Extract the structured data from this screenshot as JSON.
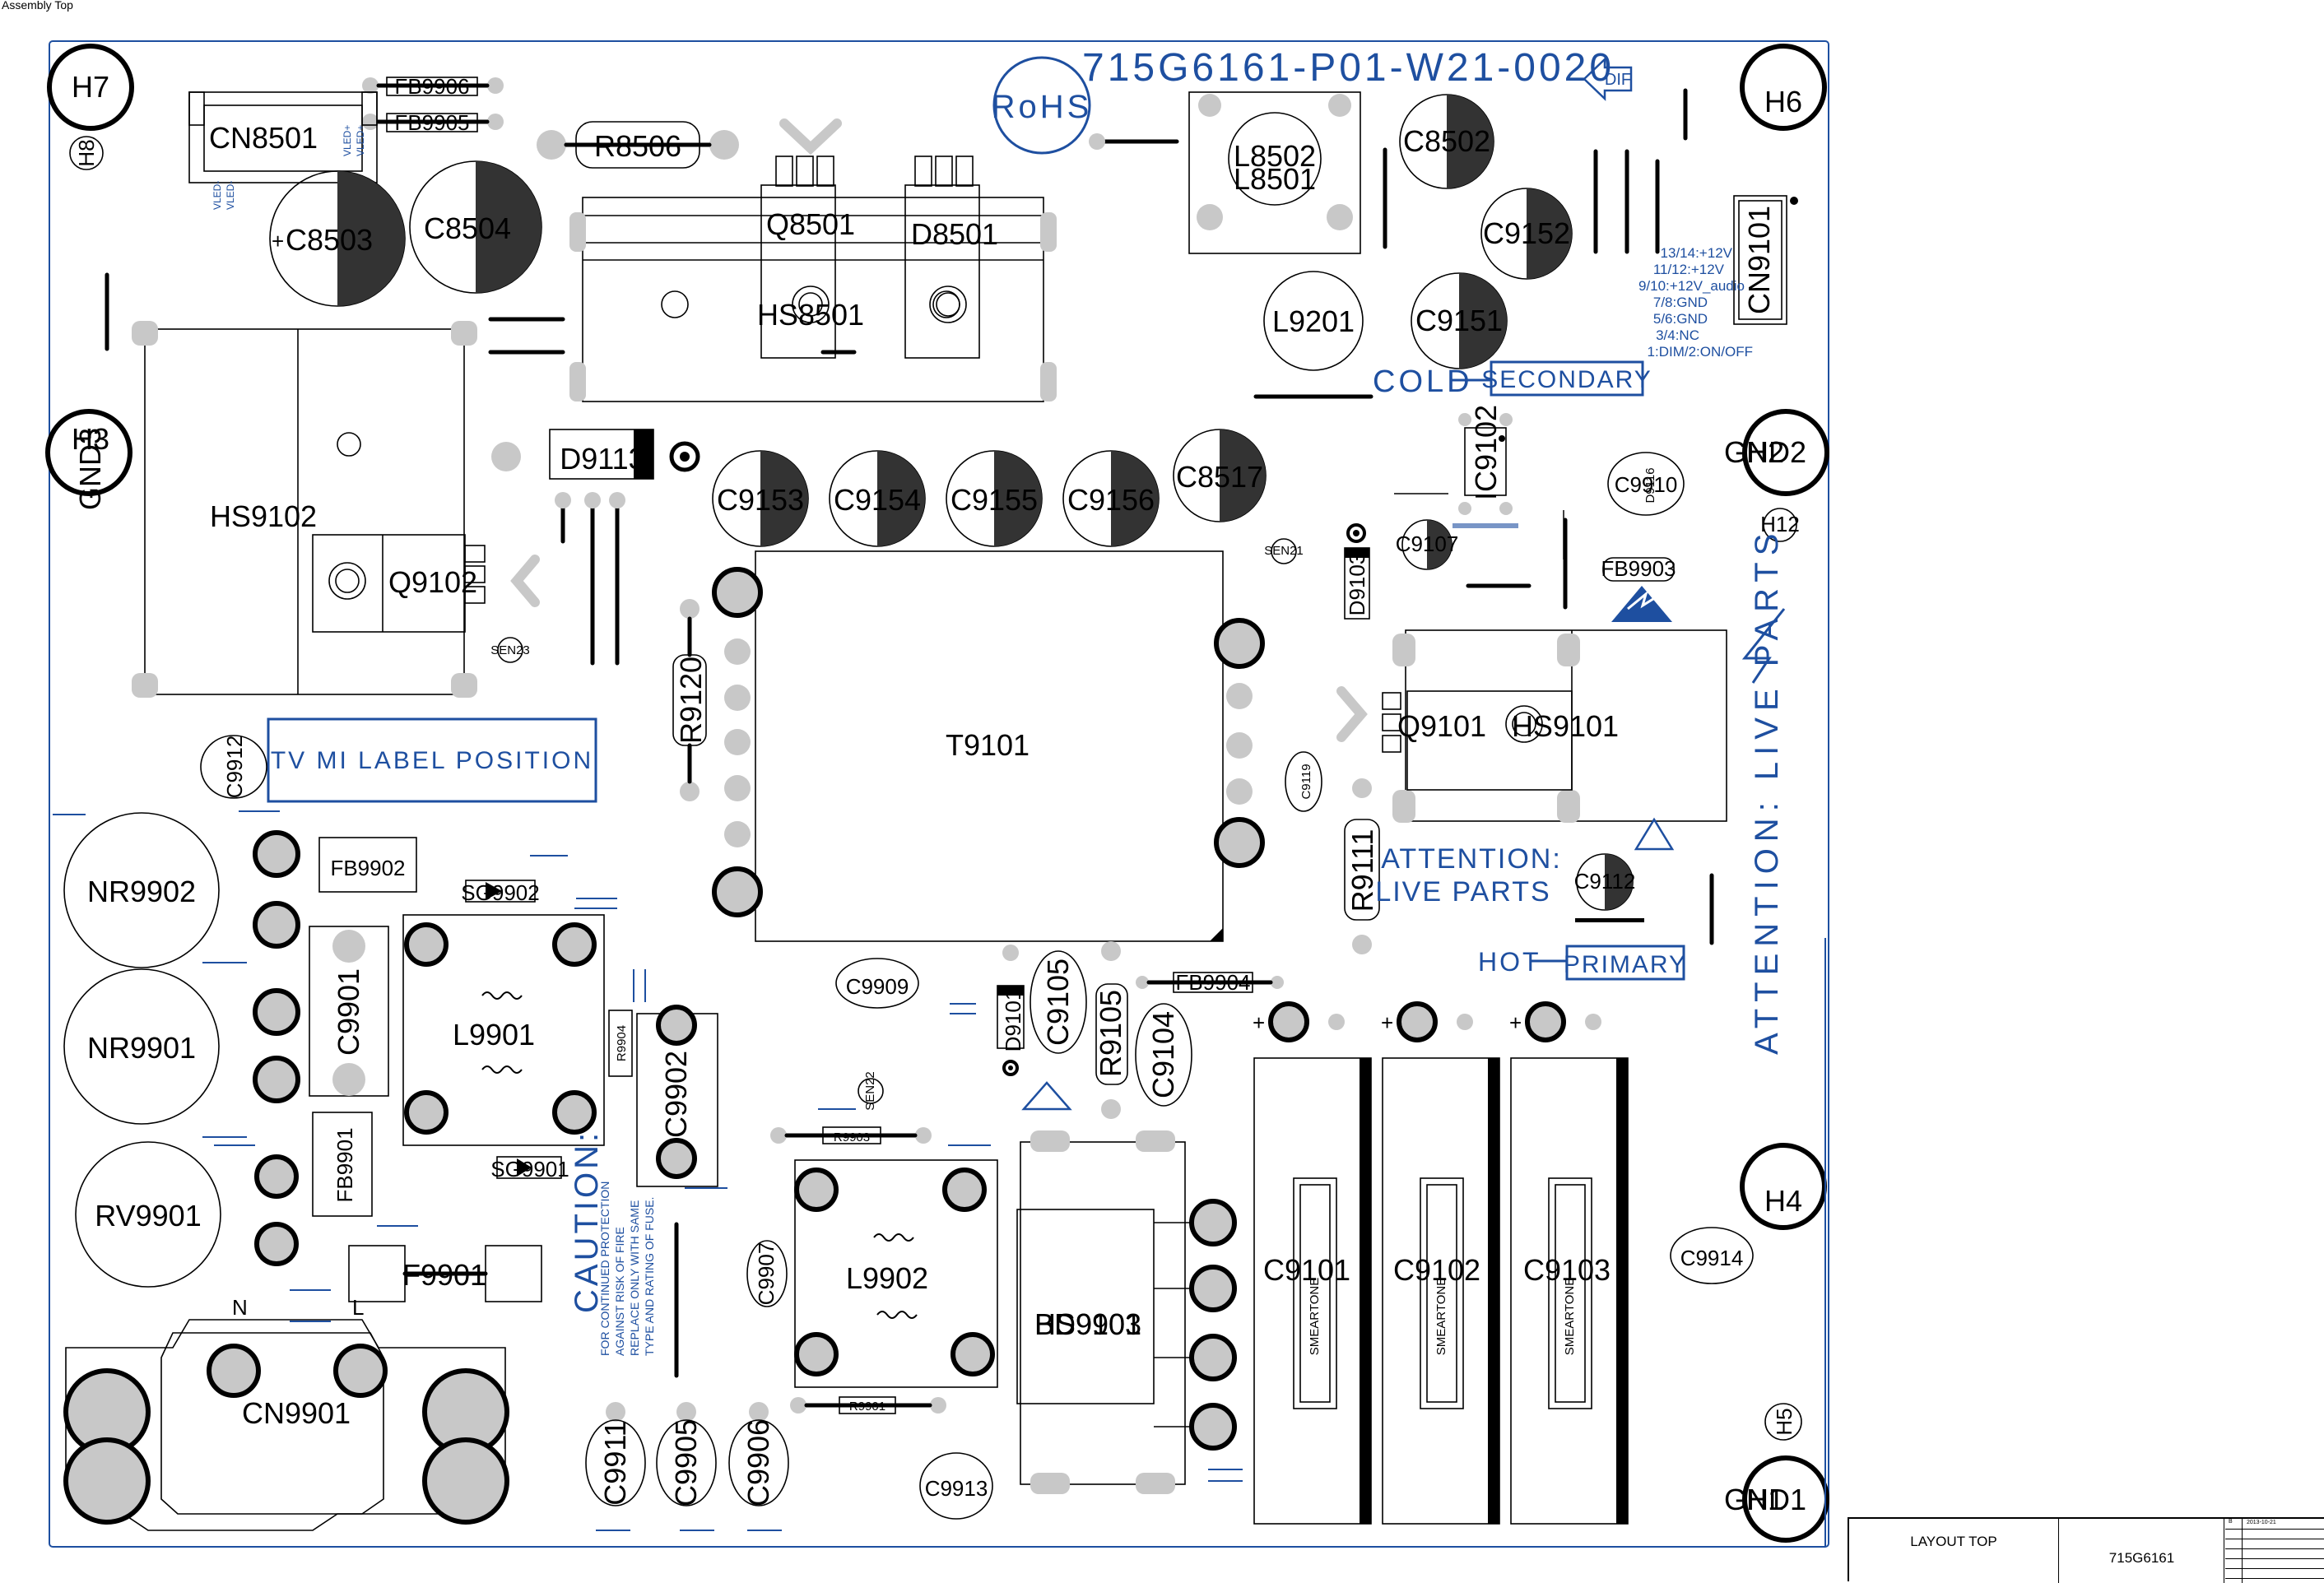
{
  "top_note": "Assembly Top",
  "colors": {
    "board_outline": "#1e4fa0",
    "annotation_blue": "#1e4fa0",
    "pad_gray": "#c8c8c8",
    "copper_black": "#000000",
    "dark_fill": "#3c3c3c"
  },
  "board_marks": {
    "part_number": "715G6161-P01-W21-0020",
    "rohs": "RoHS",
    "dif_arrow": "DIF",
    "cold_label": "COLD",
    "secondary_label": "SECONDARY",
    "hot_label": "HOT",
    "primary_label": "PRIMARY",
    "attention_vertical": "ATTENTION: LIVE PARTS",
    "attention_line1": "ATTENTION:",
    "attention_line2": "LIVE PARTS",
    "tv_label": "TV MI LABEL POSITION",
    "caution_title": "CAUTION:",
    "caution_line1": "FOR CONTINUED PROTECTION",
    "caution_line2": "AGAINST RISK OF FIRE",
    "caution_line3": "REPLACE ONLY WITH SAME",
    "caution_line4": "TYPE AND RATING OF FUSE.",
    "n_mark": "N",
    "l_mark": "L",
    "vled_labels": [
      "VLED-",
      "VLED-",
      "VLED+",
      "VLED+"
    ],
    "cn9101_pins": [
      "13/14:+12V",
      "11/12:+12V",
      "9/10:+12V_audio",
      "7/8:GND",
      "5/6:GND",
      "3/4:NC",
      "1:DIM/2:ON/OFF"
    ],
    "smear_text": "SMEARTONE"
  },
  "components": {
    "H7": "H7",
    "H8": "H8",
    "H6": "H6",
    "H3": "H3",
    "GND3": "GND3",
    "H2": "H2",
    "GND2": "GND2",
    "H12": "H12",
    "H4": "H4",
    "H5": "H5",
    "H1": "H1",
    "GND1": "GND1",
    "FB9906": "FB9906",
    "FB9905": "FB9905",
    "CN8501": "CN8501",
    "R8506": "R8506",
    "Q8501": "Q8501",
    "D8501": "D8501",
    "HS8501": "HS8501",
    "C8503": "C8503",
    "C8504": "C8504",
    "L8502": "L8502",
    "L8501": "L8501",
    "C8502": "C8502",
    "C9152": "C9152",
    "CN9101": "CN9101",
    "L9201": "L9201",
    "C9151": "C9151",
    "HS9102": "HS9102",
    "Q9102": "Q9102",
    "D9113": "D9113",
    "C9153": "C9153",
    "C9154": "C9154",
    "C9155": "C9155",
    "C9156": "C9156",
    "C8517": "C8517",
    "IC9102": "IC9102",
    "C9910": "C9910",
    "D9116": "D9116",
    "C9107": "C9107",
    "FB9903": "FB9903",
    "D9103": "D9103",
    "SEN21": "SEN21",
    "SEN23": "SEN23",
    "SEN22": "SEN22",
    "R9120": "R9120",
    "T9101": "T9101",
    "C9912": "C9912",
    "Q9101": "Q9101",
    "HS9101": "HS9101",
    "C9119": "C9119",
    "R9111": "R9111",
    "C9112": "C9112",
    "NR9902": "NR9902",
    "FB9902": "FB9902",
    "SG9902": "SG9902",
    "C9901": "C9901",
    "L9901": "L9901",
    "C9902": "C9902",
    "R9904": "R9904",
    "NR9901": "NR9901",
    "C9909": "C9909",
    "D9101": "D9101",
    "C9105": "C9105",
    "R9105": "R9105",
    "C9104": "C9104",
    "FB9904": "FB9904",
    "RV9901": "RV9901",
    "FB9901": "FB9901",
    "SG9901": "SG9901",
    "F9901": "F9901",
    "R9903": "R9903",
    "C9907": "C9907",
    "L9902": "L9902",
    "HS9103": "HS9103",
    "BD9901": "BD9901",
    "C9101": "C9101",
    "C9102": "C9102",
    "C9103": "C9103",
    "C9914": "C9914",
    "CN9901": "CN9901",
    "C9911": "C9911",
    "C9905": "C9905",
    "C9906": "C9906",
    "R9901": "R9901",
    "C9913": "C9913"
  },
  "title_block": {
    "title": "LAYOUT TOP",
    "drawing_no": "715G6161",
    "rev": "B",
    "date": "2013-10-21"
  }
}
